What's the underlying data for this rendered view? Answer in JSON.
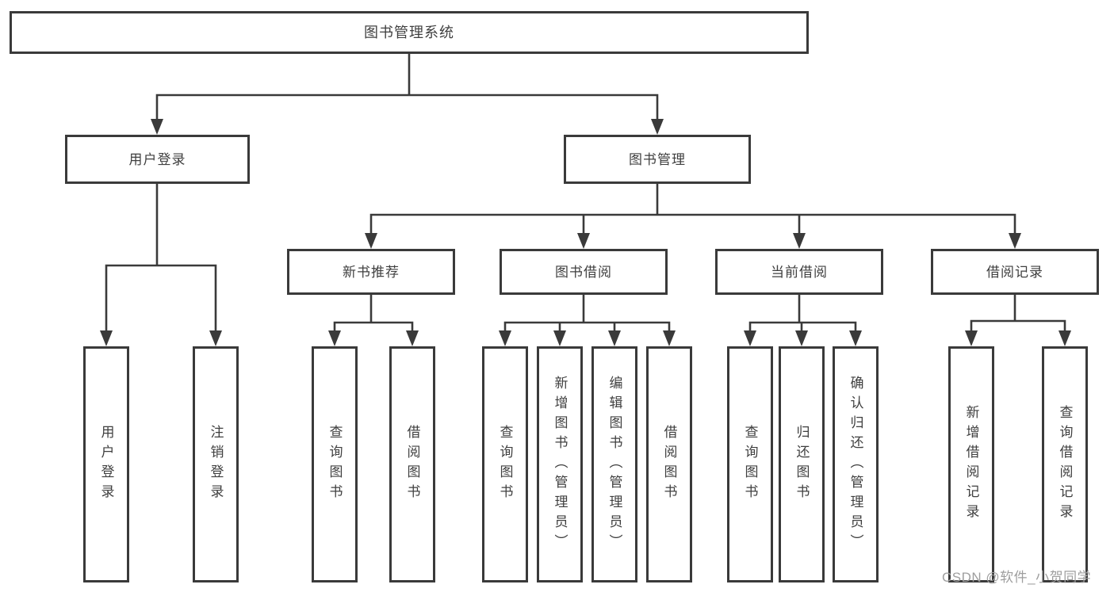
{
  "diagram": {
    "root": {
      "label": "图书管理系统",
      "children": [
        {
          "label": "用户登录",
          "children": [
            {
              "label": "用户登录"
            },
            {
              "label": "注销登录"
            }
          ]
        },
        {
          "label": "图书管理",
          "children": [
            {
              "label": "新书推荐",
              "children": [
                {
                  "label": "查询图书"
                },
                {
                  "label": "借阅图书"
                }
              ]
            },
            {
              "label": "图书借阅",
              "children": [
                {
                  "label": "查询图书"
                },
                {
                  "label": "新增图书（管理员）"
                },
                {
                  "label": "编辑图书（管理员）"
                },
                {
                  "label": "借阅图书"
                }
              ]
            },
            {
              "label": "当前借阅",
              "children": [
                {
                  "label": "查询图书"
                },
                {
                  "label": "归还图书"
                },
                {
                  "label": "确认归还（管理员）"
                }
              ]
            },
            {
              "label": "借阅记录",
              "children": [
                {
                  "label": "新增借阅记录"
                },
                {
                  "label": "查询借阅记录"
                }
              ]
            }
          ]
        }
      ]
    }
  },
  "watermark": {
    "text": "CSDN @软件_小贺同学"
  },
  "colors": {
    "line": "#3a3a3a",
    "text": "#3f3f3f",
    "watermark": "#9e9e9e",
    "bg": "#ffffff"
  }
}
